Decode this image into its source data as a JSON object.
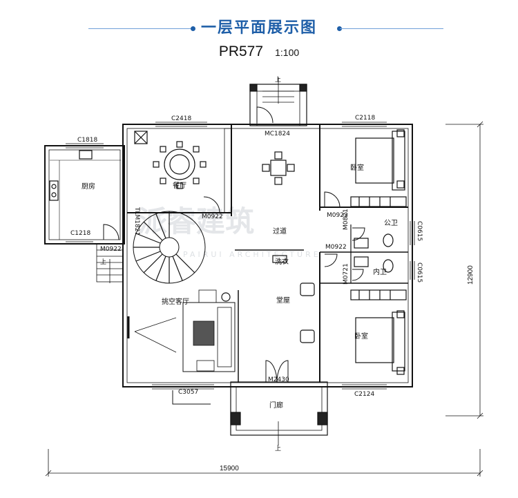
{
  "header": {
    "title": "一层平面展示图",
    "model_code": "PR577",
    "scale": "1:100"
  },
  "rooms": {
    "kitchen": "厨房",
    "dining": "餐厅",
    "hall": "堂屋",
    "living": "挑空客厅",
    "corridor": "过道",
    "bedroom_top": "卧室",
    "bedroom_bottom": "卧室",
    "public_bath": "公卫",
    "inner_bath": "内卫",
    "porch": "门廊",
    "wash": "洗衣"
  },
  "openings": {
    "c2418": "C2418",
    "c2118": "C2118",
    "c1818": "C1818",
    "c1218": "C1218",
    "mc1824": "MC1824",
    "tlm1821": "TLM1821",
    "m0922_dining": "M0922",
    "m0922_kitchen": "M0922",
    "m0922_bed": "M0922",
    "m0922_bath": "M0922",
    "m0821": "M0821",
    "m0721": "M0721",
    "c0615_top": "C0615",
    "c0615_bottom": "C0615",
    "m2430": "M2430",
    "c3057": "C3057",
    "c2124": "C2124"
  },
  "dimensions": {
    "width": "15900",
    "height": "12900"
  },
  "watermark": {
    "brand": "派睿建筑",
    "sub": "PAIRUI ARCHITECTURE"
  },
  "stairs": {
    "up_top": "上",
    "up_left": "上",
    "up_bottom": "上"
  },
  "colors": {
    "title": "#1f5fa8",
    "wall": "#111111",
    "watermark": "#cfd3d8"
  }
}
